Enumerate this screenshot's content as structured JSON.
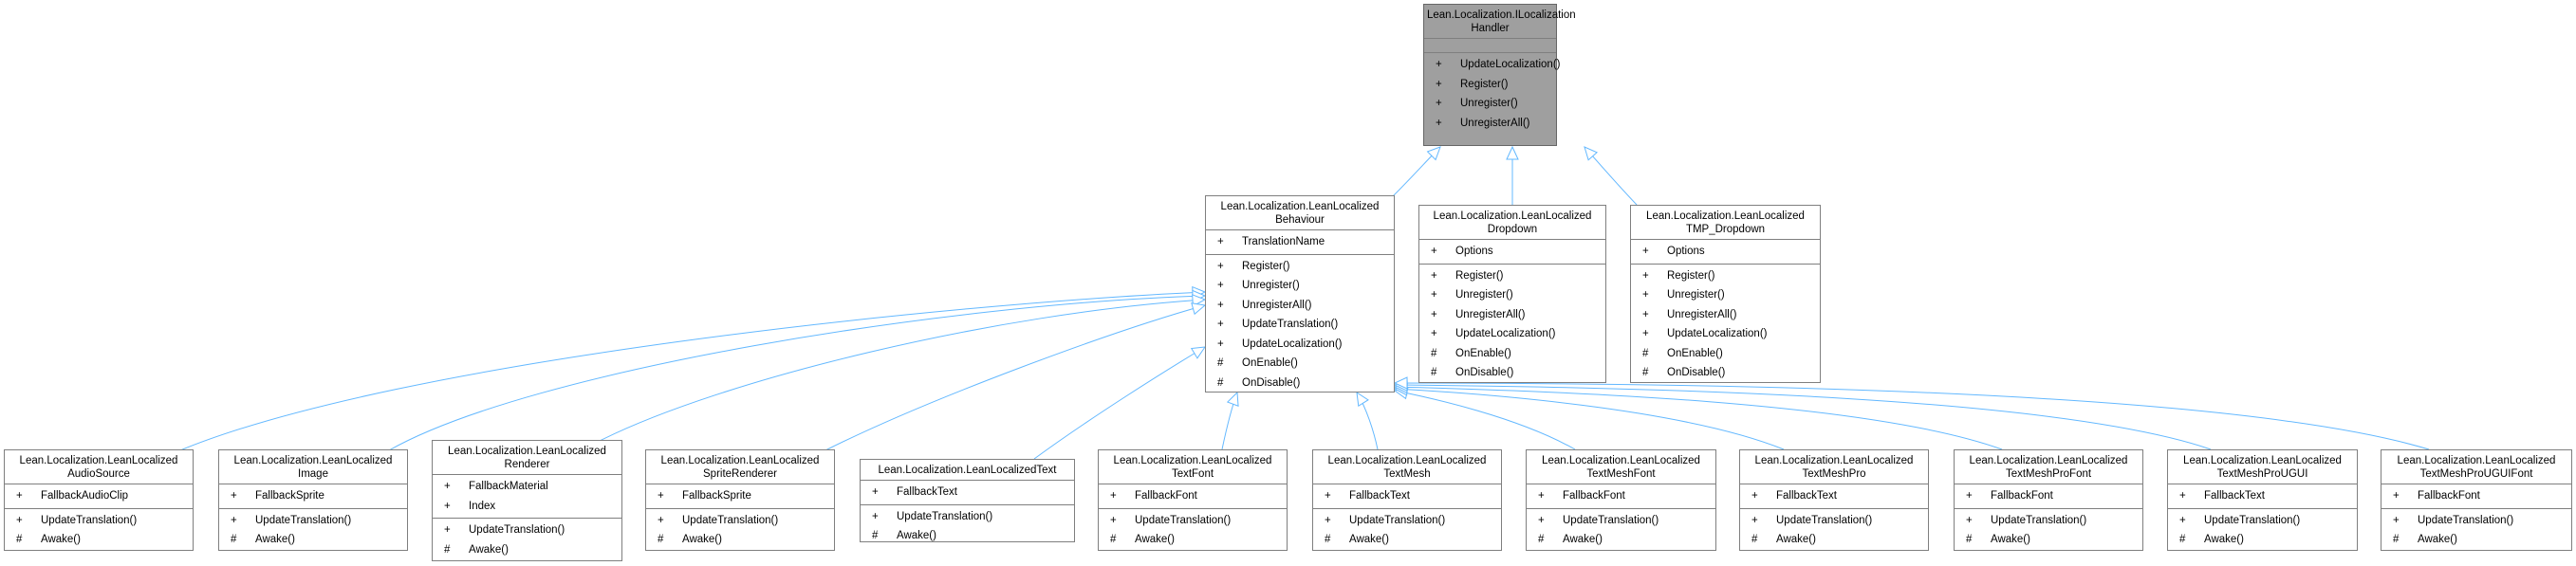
{
  "colors": {
    "edge": "#63b8ff",
    "root_fill": "#9f9f9f",
    "box_border": "#7f7f7f"
  },
  "classes": {
    "ilocalization": {
      "title": [
        "Lean.Localization.ILocalization",
        "Handler"
      ],
      "sections": [
        [],
        [
          [
            "+",
            "UpdateLocalization()"
          ],
          [
            "+",
            "Register()"
          ],
          [
            "+",
            "Unregister()"
          ],
          [
            "+",
            "UnregisterAll()"
          ]
        ]
      ]
    },
    "behaviour": {
      "title": [
        "Lean.Localization.LeanLocalized",
        "Behaviour"
      ],
      "sections": [
        [
          [
            "+",
            "TranslationName"
          ]
        ],
        [
          [
            "+",
            "Register()"
          ],
          [
            "+",
            "Unregister()"
          ],
          [
            "+",
            "UnregisterAll()"
          ],
          [
            "+",
            "UpdateTranslation()"
          ],
          [
            "+",
            "UpdateLocalization()"
          ],
          [
            "#",
            "OnEnable()"
          ],
          [
            "#",
            "OnDisable()"
          ]
        ]
      ]
    },
    "dropdown": {
      "title": [
        "Lean.Localization.LeanLocalized",
        "Dropdown"
      ],
      "sections": [
        [
          [
            "+",
            "Options"
          ]
        ],
        [
          [
            "+",
            "Register()"
          ],
          [
            "+",
            "Unregister()"
          ],
          [
            "+",
            "UnregisterAll()"
          ],
          [
            "+",
            "UpdateLocalization()"
          ],
          [
            "#",
            "OnEnable()"
          ],
          [
            "#",
            "OnDisable()"
          ]
        ]
      ]
    },
    "tmpdropdown": {
      "title": [
        "Lean.Localization.LeanLocalized",
        "TMP_Dropdown"
      ],
      "sections": [
        [
          [
            "+",
            "Options"
          ]
        ],
        [
          [
            "+",
            "Register()"
          ],
          [
            "+",
            "Unregister()"
          ],
          [
            "+",
            "UnregisterAll()"
          ],
          [
            "+",
            "UpdateLocalization()"
          ],
          [
            "#",
            "OnEnable()"
          ],
          [
            "#",
            "OnDisable()"
          ]
        ]
      ]
    },
    "audiosource": {
      "title": [
        "Lean.Localization.LeanLocalized",
        "AudioSource"
      ],
      "sections": [
        [
          [
            "+",
            "FallbackAudioClip"
          ]
        ],
        [
          [
            "+",
            "UpdateTranslation()"
          ],
          [
            "#",
            "Awake()"
          ]
        ]
      ]
    },
    "image": {
      "title": [
        "Lean.Localization.LeanLocalized",
        "Image"
      ],
      "sections": [
        [
          [
            "+",
            "FallbackSprite"
          ]
        ],
        [
          [
            "+",
            "UpdateTranslation()"
          ],
          [
            "#",
            "Awake()"
          ]
        ]
      ]
    },
    "renderer": {
      "title": [
        "Lean.Localization.LeanLocalized",
        "Renderer"
      ],
      "sections": [
        [
          [
            "+",
            "FallbackMaterial"
          ],
          [
            "+",
            "Index"
          ]
        ],
        [
          [
            "+",
            "UpdateTranslation()"
          ],
          [
            "#",
            "Awake()"
          ]
        ]
      ]
    },
    "spriterenderer": {
      "title": [
        "Lean.Localization.LeanLocalized",
        "SpriteRenderer"
      ],
      "sections": [
        [
          [
            "+",
            "FallbackSprite"
          ]
        ],
        [
          [
            "+",
            "UpdateTranslation()"
          ],
          [
            "#",
            "Awake()"
          ]
        ]
      ]
    },
    "text": {
      "title": [
        "Lean.Localization.LeanLocalizedText"
      ],
      "sections": [
        [
          [
            "+",
            "FallbackText"
          ]
        ],
        [
          [
            "+",
            "UpdateTranslation()"
          ],
          [
            "#",
            "Awake()"
          ]
        ]
      ]
    },
    "textfont": {
      "title": [
        "Lean.Localization.LeanLocalized",
        "TextFont"
      ],
      "sections": [
        [
          [
            "+",
            "FallbackFont"
          ]
        ],
        [
          [
            "+",
            "UpdateTranslation()"
          ],
          [
            "#",
            "Awake()"
          ]
        ]
      ]
    },
    "textmesh": {
      "title": [
        "Lean.Localization.LeanLocalized",
        "TextMesh"
      ],
      "sections": [
        [
          [
            "+",
            "FallbackText"
          ]
        ],
        [
          [
            "+",
            "UpdateTranslation()"
          ],
          [
            "#",
            "Awake()"
          ]
        ]
      ]
    },
    "textmeshfont": {
      "title": [
        "Lean.Localization.LeanLocalized",
        "TextMeshFont"
      ],
      "sections": [
        [
          [
            "+",
            "FallbackFont"
          ]
        ],
        [
          [
            "+",
            "UpdateTranslation()"
          ],
          [
            "#",
            "Awake()"
          ]
        ]
      ]
    },
    "textmeshpro": {
      "title": [
        "Lean.Localization.LeanLocalized",
        "TextMeshPro"
      ],
      "sections": [
        [
          [
            "+",
            "FallbackText"
          ]
        ],
        [
          [
            "+",
            "UpdateTranslation()"
          ],
          [
            "#",
            "Awake()"
          ]
        ]
      ]
    },
    "textmeshprofont": {
      "title": [
        "Lean.Localization.LeanLocalized",
        "TextMeshProFont"
      ],
      "sections": [
        [
          [
            "+",
            "FallbackFont"
          ]
        ],
        [
          [
            "+",
            "UpdateTranslation()"
          ],
          [
            "#",
            "Awake()"
          ]
        ]
      ]
    },
    "textmeshprougui": {
      "title": [
        "Lean.Localization.LeanLocalized",
        "TextMeshProUGUI"
      ],
      "sections": [
        [
          [
            "+",
            "FallbackText"
          ]
        ],
        [
          [
            "+",
            "UpdateTranslation()"
          ],
          [
            "#",
            "Awake()"
          ]
        ]
      ]
    },
    "textmeshprouguifont": {
      "title": [
        "Lean.Localization.LeanLocalized",
        "TextMeshProUGUIFont"
      ],
      "sections": [
        [
          [
            "+",
            "FallbackFont"
          ]
        ],
        [
          [
            "+",
            "UpdateTranslation()"
          ],
          [
            "#",
            "Awake()"
          ]
        ]
      ]
    }
  }
}
